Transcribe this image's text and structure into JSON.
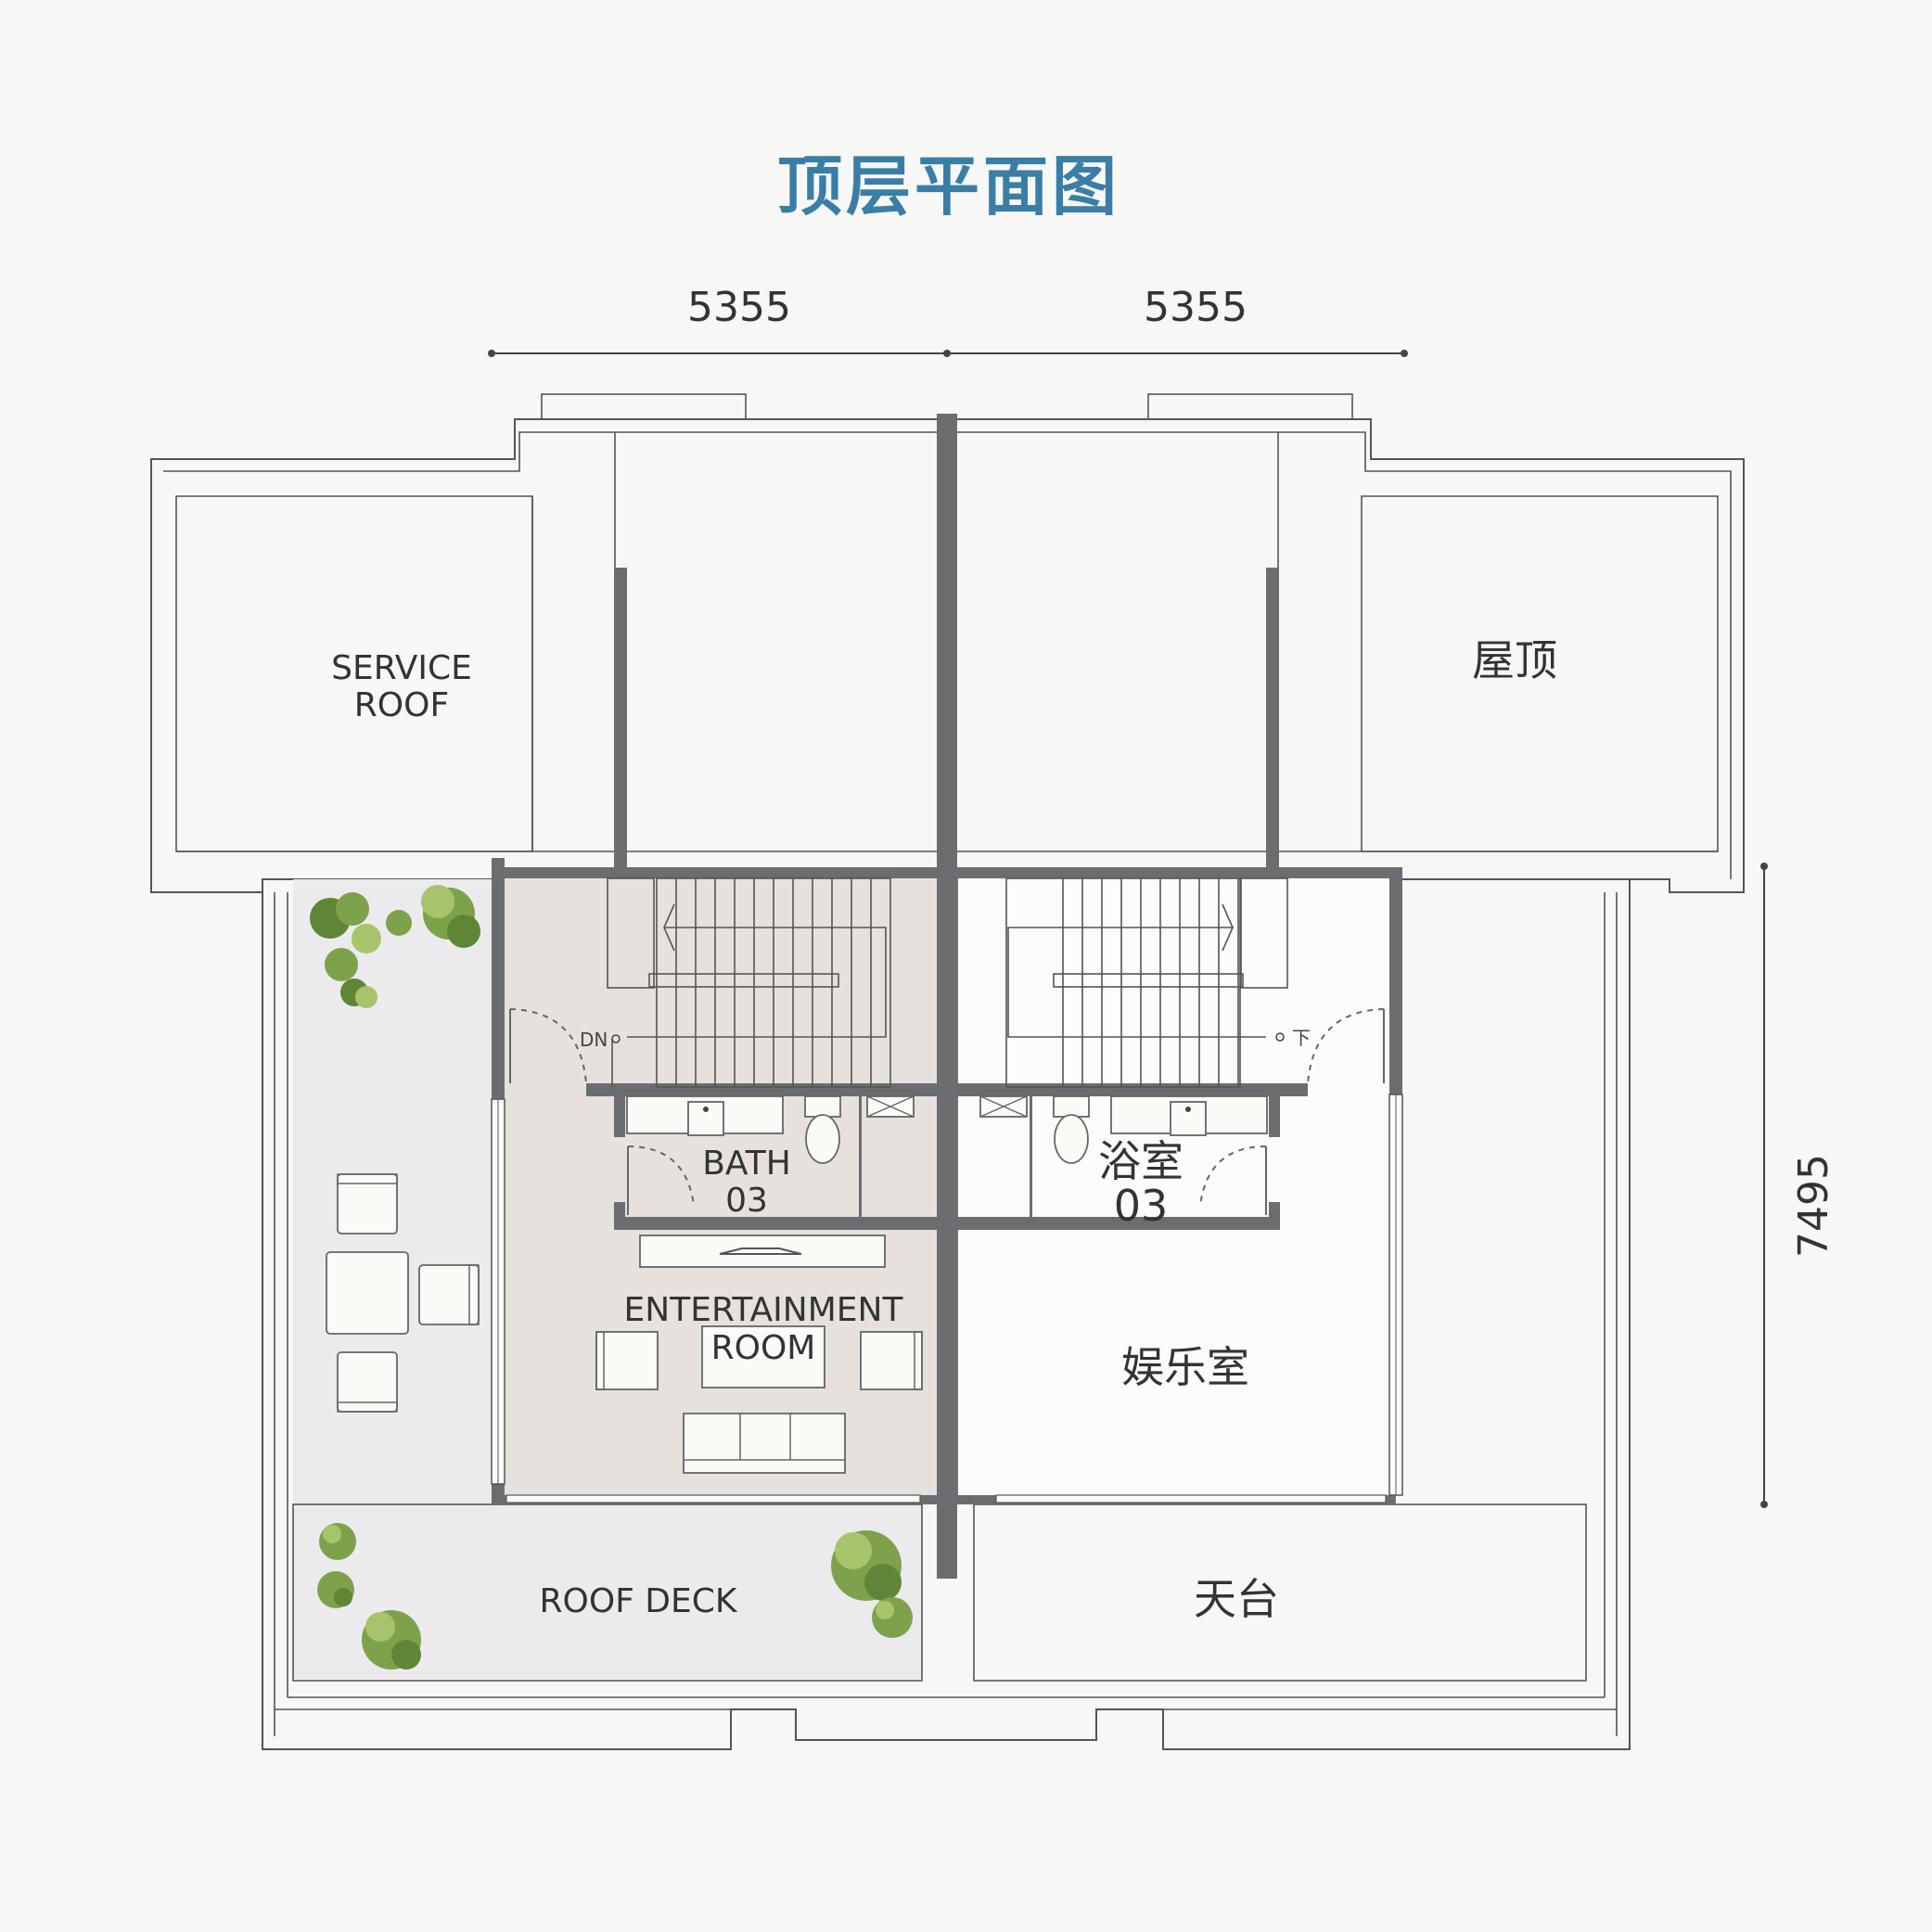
{
  "title": "顶层平面图",
  "dimensions": {
    "left_width": "5355",
    "right_width": "5355",
    "depth": "7495"
  },
  "rooms_left": {
    "service_roof_line1": "SERVICE",
    "service_roof_line2": "ROOF",
    "bath_line1": "BATH",
    "bath_line2": "03",
    "entertainment_line1": "ENTERTAINMENT",
    "entertainment_line2": "ROOM",
    "roof_deck": "ROOF DECK",
    "stair_mark": "DN"
  },
  "rooms_right": {
    "roof": "屋顶",
    "bath_line1": "浴室",
    "bath_line2": "03",
    "entertainment": "娱乐室",
    "roof_deck": "天台",
    "stair_mark": "下"
  },
  "colors": {
    "title": "#3a7ea6",
    "wall": "#6c6d70",
    "interior_fill": "#e6e1dc",
    "deck_fill": "#ebebee",
    "plant": "#7ea24c"
  }
}
